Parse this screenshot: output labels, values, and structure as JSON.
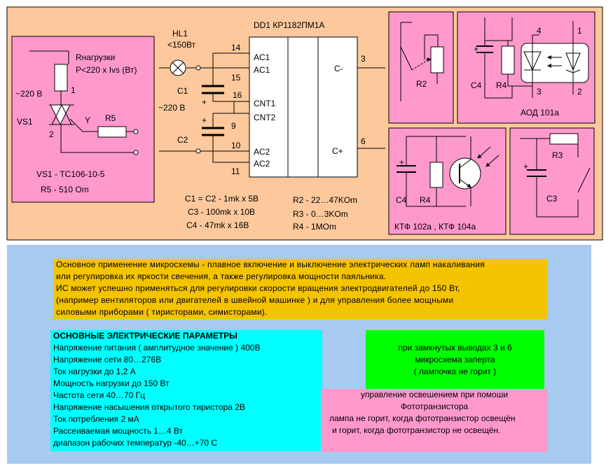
{
  "chip": {
    "title": "DD1  КР1182ПМ1А",
    "out_minus": "C-",
    "out_plus": "C+"
  },
  "pins": {
    "p14": "14",
    "p15": "15",
    "p16": "16",
    "p9": "9",
    "p10": "10",
    "p11": "11",
    "p3": "3",
    "p6": "6",
    "ac1a": "AC1",
    "ac1b": "AC1",
    "cnt1": "CNT1",
    "cnt2": "CNT2",
    "ac2a": "AC2",
    "ac2b": "AC2"
  },
  "left_circuit": {
    "load_label": "Rнагрузки",
    "load_formula": "P<220 x Ivs (Вт)",
    "mains": "~220 В",
    "vs1": "VS1",
    "pin1": "1",
    "pin2": "2",
    "gate": "Y",
    "r5": "R5",
    "note1": "VS1 - ТС106-10-5",
    "note2": "R5  -  510 Om"
  },
  "main_circuit": {
    "hl1": "HL1",
    "hl1_power": "<150Вт",
    "c1": "C1",
    "mains": "~220 В",
    "c2": "C2",
    "plus1": "+",
    "plus2": "+"
  },
  "values": {
    "c1c2": "C1 = C2 - 1mk x 5B",
    "c3": "C3 - 100mk x 10B",
    "c4": "C4 - 47mk x 16B",
    "r2": "R2 - 22…47KOm",
    "r3": "R3 - 0…3KOm",
    "r4": "R4 - 1MOm"
  },
  "panels": {
    "r2_label": "R2",
    "aod_c4": "C4",
    "aod_r4": "R4",
    "aod_plus": "+",
    "aod_pin4": "4",
    "aod_pin1": "1",
    "aod_pin3": "3",
    "aod_pin2": "2",
    "aod_name": "АОД 101а",
    "ktf_c4": "C4",
    "ktf_r4": "R4",
    "ktf_plus": "+",
    "ktf_name": "КТФ 102а , КТФ 104а",
    "r3_label": "R3",
    "c3_label": "C3",
    "r3_plus": "+"
  },
  "description": [
    "Основное  применение  микросхемы - плавное  включение  и  выключение  электрических  ламп  накаливания",
    "или  регулировка их яркости  свечения, а также  регулировка  мощности  паяльника.",
    "ИС  может  успешно  применяться  для  регулировки  скорости  вращения  электродвигателей  до  150 Вт,",
    "(например  вентиляторов  или  двигателей  в  швейной  машинке )  и  для  управления  более  мощными",
    "силовыми  приборами ( тиристорами, симисторами)."
  ],
  "params": {
    "title": "ОСНОВНЫЕ  ЭЛЕКТРИЧЕСКИЕ  ПАРАМЕТРЫ",
    "items": [
      "Напряжение  питания  ( амплитудное  значение )  400В",
      "Напряжение  сети  80…276В",
      "Ток  нагрузки  до  1,2 А",
      "Мощность  нагрузки  до  150 Вт",
      "Частота  сети  40…70 Гц",
      "Напряжение  насышения  открытого  тиристора  2В",
      "Ток  потребления  2 мА",
      "Рассеиваемая  мощность   1…4 Вт",
      "диапазон  рабочих  температур  -40…+70 С"
    ]
  },
  "locked": [
    "при  замкнутых  выводах  3  и  6",
    "микросхема  заперта",
    "( лампочка  не  горит )"
  ],
  "photo": [
    "управление  освешением  при  помоши",
    "Фототранзистора",
    "лампа не  горит, когда фототранзистор освещён",
    "и горит, когда фототранзистор  не освещён."
  ],
  "colors": {
    "background": "#fcc89c",
    "panel_pink": "#ff99cc",
    "info_bg": "#a6caf0",
    "desc_bg": "#f5c400",
    "params_bg": "#00ffff",
    "locked_bg": "#00ff00"
  }
}
